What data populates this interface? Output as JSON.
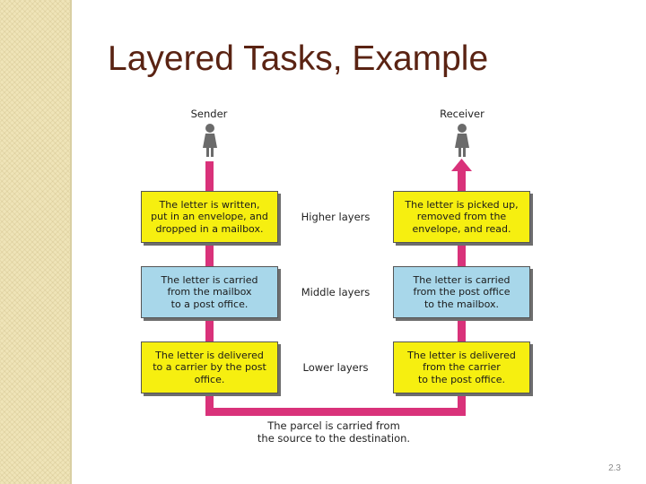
{
  "slide": {
    "title": "Layered Tasks, Example",
    "page_number": "2.3"
  },
  "diagram": {
    "sender_label": "Sender",
    "receiver_label": "Receiver",
    "layers": [
      {
        "name": "Higher layers",
        "color": "#f6ef10",
        "sender_text": "The letter is written,\nput in an envelope, and\ndropped in a mailbox.",
        "receiver_text": "The letter is picked up,\nremoved from the\nenvelope, and read."
      },
      {
        "name": "Middle layers",
        "color": "#a8d7ea",
        "sender_text": "The letter is carried\nfrom the mailbox\nto a post office.",
        "receiver_text": "The letter is carried\nfrom the post office\nto the mailbox."
      },
      {
        "name": "Lower layers",
        "color": "#f6ef10",
        "sender_text": "The letter is delivered\nto a carrier by the post\noffice.",
        "receiver_text": "The letter is delivered\nfrom the carrier\nto the post office."
      }
    ],
    "bottom_caption": "The parcel is carried from\nthe source to the destination.",
    "wire_color": "#d9327a"
  }
}
